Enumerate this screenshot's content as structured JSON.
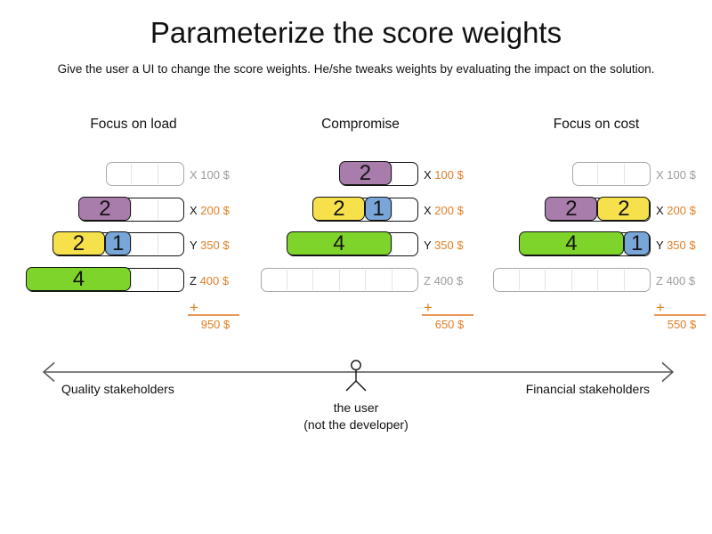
{
  "header": {
    "title": "Parameterize the score weights",
    "subtitle": "Give the user a UI to change the score weights. He/she tweaks weights by evaluating the impact on the solution."
  },
  "colors": {
    "purple": "#a87cab",
    "yellow": "#f6e04b",
    "blue": "#78a6d8",
    "green": "#7fd42c",
    "accent_orange": "#e07f26",
    "muted_gray": "#9b9b9b"
  },
  "sum_symbol": "+",
  "panels": [
    {
      "title": "Focus on load",
      "total": "950 $",
      "rows": [
        {
          "letter": "X",
          "price": "100 $",
          "cells": 3,
          "bars": []
        },
        {
          "letter": "X",
          "price": "200 $",
          "cells": 4,
          "bars": [
            {
              "value": 2,
              "color": "purple"
            }
          ]
        },
        {
          "letter": "Y",
          "price": "350 $",
          "cells": 5,
          "bars": [
            {
              "value": 2,
              "color": "yellow"
            },
            {
              "value": 1,
              "color": "blue"
            }
          ]
        },
        {
          "letter": "Z",
          "price": "400 $",
          "cells": 6,
          "bars": [
            {
              "value": 4,
              "color": "green"
            }
          ]
        }
      ]
    },
    {
      "title": "Compromise",
      "total": "650 $",
      "rows": [
        {
          "letter": "X",
          "price": "100 $",
          "cells": 3,
          "bars": [
            {
              "value": 2,
              "color": "purple"
            }
          ]
        },
        {
          "letter": "X",
          "price": "200 $",
          "cells": 4,
          "bars": [
            {
              "value": 2,
              "color": "yellow"
            },
            {
              "value": 1,
              "color": "blue"
            }
          ]
        },
        {
          "letter": "Y",
          "price": "350 $",
          "cells": 5,
          "bars": [
            {
              "value": 4,
              "color": "green"
            }
          ]
        },
        {
          "letter": "Z",
          "price": "400 $",
          "cells": 6,
          "bars": []
        }
      ]
    },
    {
      "title": "Focus on cost",
      "total": "550 $",
      "rows": [
        {
          "letter": "X",
          "price": "100 $",
          "cells": 3,
          "bars": []
        },
        {
          "letter": "X",
          "price": "200 $",
          "cells": 4,
          "bars": [
            {
              "value": 2,
              "color": "purple"
            },
            {
              "value": 2,
              "color": "yellow"
            }
          ]
        },
        {
          "letter": "Y",
          "price": "350 $",
          "cells": 5,
          "bars": [
            {
              "value": 4,
              "color": "green"
            },
            {
              "value": 1,
              "color": "blue"
            }
          ]
        },
        {
          "letter": "Z",
          "price": "400 $",
          "cells": 6,
          "bars": []
        }
      ]
    }
  ],
  "axis": {
    "left_label": "Quality stakeholders",
    "right_label": "Financial stakeholders"
  },
  "user": {
    "line1": "the user",
    "line2": "(not the developer)"
  }
}
